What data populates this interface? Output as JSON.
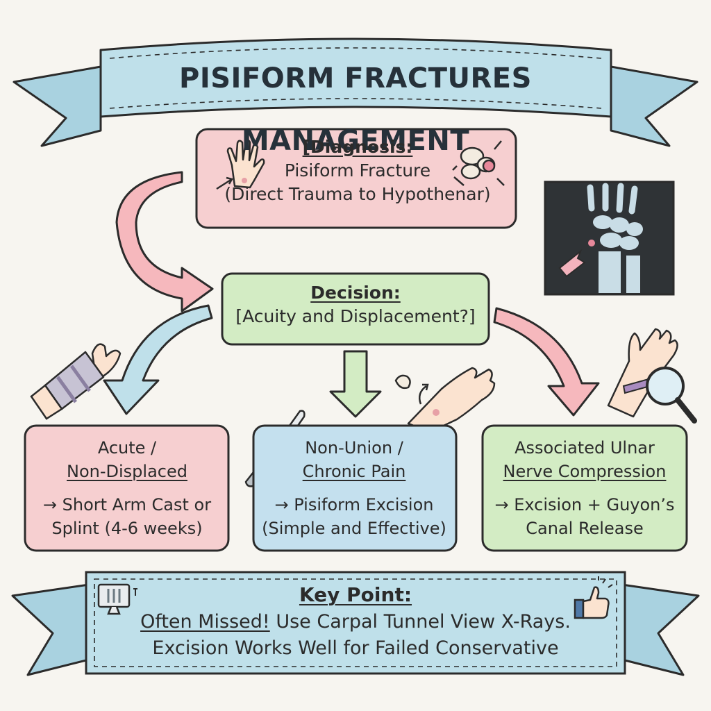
{
  "title": "PISIFORM FRACTURES MANAGEMENT",
  "diagnosis": {
    "heading": "[Diagnosis:",
    "line1": "Pisiform Fracture",
    "line2": "(Direct Trauma to Hypothenar)"
  },
  "decision": {
    "heading": "Decision:",
    "line1": "[Acuity and Displacement?]"
  },
  "options": [
    {
      "title_line1": "Acute /",
      "title_line2": "Non-Displaced",
      "action_line1": "→ Short Arm Cast or",
      "action_line2": "Splint (4-6 weeks)"
    },
    {
      "title_line1": "Non-Union /",
      "title_line2": "Chronic Pain",
      "action_line1": "→ Pisiform Excision",
      "action_line2": "(Simple and Effective)"
    },
    {
      "title_line1": "Associated Ulnar",
      "title_line2": "Nerve Compression",
      "action_line1": "→ Excision + Guyon’s",
      "action_line2": "Canal Release"
    }
  ],
  "key_point": {
    "heading": "Key Point:",
    "emphasis": "Often Missed!",
    "line1_rest": " Use Carpal Tunnel View X-Rays.",
    "line2": "Excision Works Well for Failed Conservative"
  },
  "colors": {
    "ribbon": "#bfe0ea",
    "pink_box": "#f6cfd0",
    "green_box": "#d3ecc4",
    "blue_box": "#c4e0ee",
    "ink": "#2b2b2b"
  }
}
